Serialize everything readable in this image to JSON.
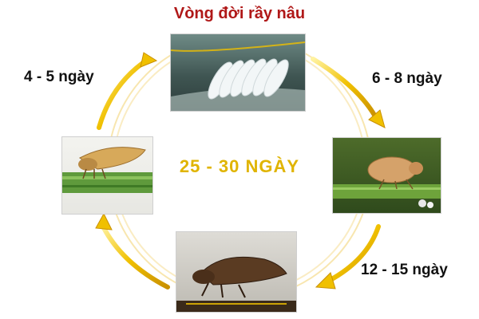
{
  "title": "Vòng đời rầy nâu",
  "center_label": "25 - 30 NGÀY",
  "stages": [
    {
      "name": "egg",
      "duration": "6 - 8 ngày"
    },
    {
      "name": "nymph",
      "duration": "12 - 15 ngày"
    },
    {
      "name": "late-nymph",
      "duration": ""
    },
    {
      "name": "adult",
      "duration": "4 - 5 ngày"
    }
  ],
  "colors": {
    "title": "#b01818",
    "center": "#e0b400",
    "arrow": "#f0c000",
    "arrow_dark": "#c99000",
    "text": "#111111"
  },
  "icons": [
    "eggs-illustration",
    "planthopper-adult",
    "planthopper-nymph",
    "planthopper-late-nymph",
    "cycle-arrow"
  ]
}
